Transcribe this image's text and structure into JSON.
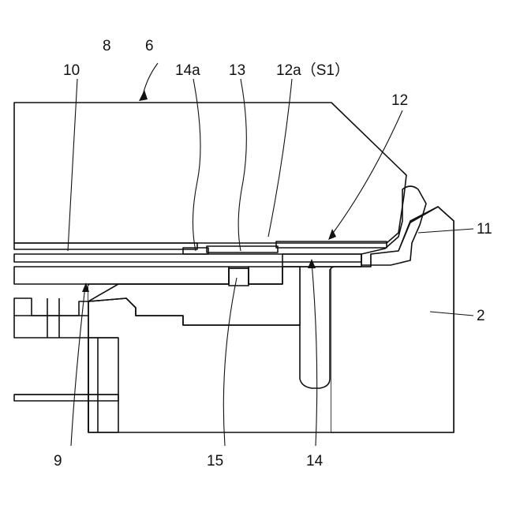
{
  "labels": {
    "l8": "8",
    "l6": "6",
    "l10": "10",
    "l14a": "14a",
    "l13": "13",
    "l12aS1": "12a（S1）",
    "l12": "12",
    "l11": "11",
    "l2": "2",
    "l9": "9",
    "l15": "15",
    "l14": "14"
  }
}
